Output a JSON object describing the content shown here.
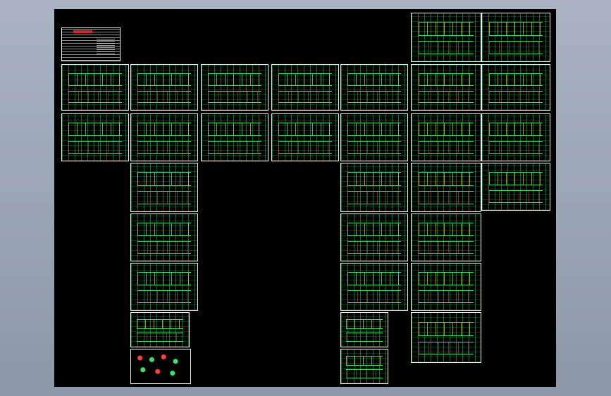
{
  "app": {
    "view": "cad-model-space",
    "background_color": "#000000",
    "sheet_border_color": "#f2f2f2",
    "line_colors": [
      "#3fe36b",
      "#ffe600",
      "#ff5050",
      "#ffffff"
    ]
  },
  "sheets": [
    {
      "kind": "notes"
    },
    {
      "kind": "plan"
    },
    {
      "kind": "plan"
    },
    {
      "kind": "plan"
    },
    {
      "kind": "plan"
    },
    {
      "kind": "plan"
    },
    {
      "kind": "plan"
    },
    {
      "kind": "plan"
    },
    {
      "kind": "plan"
    },
    {
      "kind": "plan"
    },
    {
      "kind": "plan"
    },
    {
      "kind": "plan"
    },
    {
      "kind": "plan"
    },
    {
      "kind": "plan"
    },
    {
      "kind": "plan"
    },
    {
      "kind": "plan"
    },
    {
      "kind": "plan"
    },
    {
      "kind": "details"
    },
    {
      "kind": "plan"
    },
    {
      "kind": "plan"
    },
    {
      "kind": "plan"
    },
    {
      "kind": "plan"
    },
    {
      "kind": "plan"
    },
    {
      "kind": "plan"
    },
    {
      "kind": "plan"
    },
    {
      "kind": "plan"
    },
    {
      "kind": "plan"
    },
    {
      "kind": "plan"
    },
    {
      "kind": "plan"
    },
    {
      "kind": "plan"
    },
    {
      "kind": "details"
    },
    {
      "kind": "plan"
    },
    {
      "kind": "plan"
    },
    {
      "kind": "plan"
    }
  ]
}
